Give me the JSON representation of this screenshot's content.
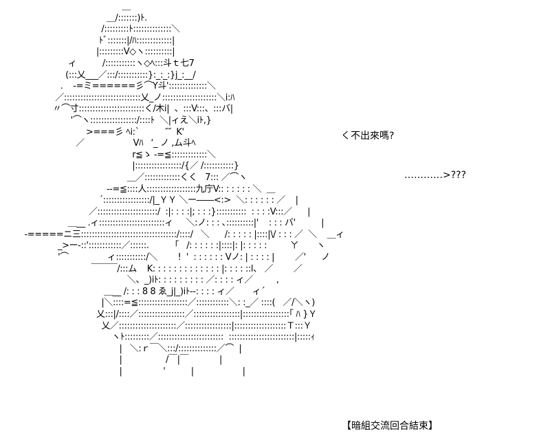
{
  "art": {
    "lines": [
      "                                        ＿",
      "                                  ＿/:::::::)ﾄ.",
      "                                /:::::::::ﾄ::::::::::::::＼",
      "                               ﾄﾞ:::::::|/ﾊ:::::::::::::|",
      "                              |:::::::::V◇ヽ::::::::::|",
      "                   ィ          /:::::::::::ヽ◇ﾍ:::斗ｔ七7",
      "                  (:::乂___／:::/:::::::::::}:_:_:}j_:__/",
      "                .    ‐=ミ======彡⌒Y斗'::::::::::::::＼",
      "              ／::::::::::::::::::::::::::::乂_ノ::::::::::::::::::::＼i:ﾊ",
      "             〃⌒寸::::::::::::::::::::::::く/木i|  、:::V:::、:::バ|",
      "                    '⌒ヽ:::::::::::::::::/::::ﾄ  ＼|ィえ＼iﾄ,}",
      "                          >===彡 ﾍi:`          ″″  K'",
      "                      ／                   Vﾊ   ‘_ ノ ,ム斗ﾍ",
      "                                            r≦ゝ ‐=≦:::::::::::::＼",
      "                                            |:::::::::::::::::/{／ /:::::::::::}",
      "                                          ＿／:::::::::::::くく   7::: ／⌒ヽ",
      "                                  ‐-=≦::::人::::::::::::::::::九庁V:: : : : : : ＼  ＿",
      "                               ´:::::::::::::::::/|_ＹＹ ＼ー――<:>  ＼: : : : : : ／    |",
      "                           ／::::::::::::::::::::::/  :|: : : :|; : : :}:::::::::::  : : : :V:::／      |",
      "                   ＿__ .ィ::::::::::::::::::::::::ィ     ＼:ノ: : : ､::::::::::|'    : : : バ'          |",
      "  ‐=====ニ三:::::::::::::::::::::::::::::::::::/::::/   ＼      /: : : : : |::::|\\/ : : : ／  ＼    ＿ィ",
      "               _>ー-::'::::::::::::／::::::.          ｢   /: : : : : :|::::|: |: : : : :         ㄚ       ヽ",
      "               '⌒               ィ:::::::::::/＼        !  '  : : : : : : Vノ: | : : : : |        ／'      ノ",
      "                            ￣￣￣/:::ム    K: : : : : : : : : : : : : |: : : : ::l、 ／        ／",
      "                                          ＼、_)iﾄ: : : : : : : : : ／: : : : ィ／         ,",
      "                                 ＿__ /: : : 8 8 ゑ_j|_)iﾄ‐‐: : : : ィ／       ィ´",
      "                                |＼::::=≦::::::::::::::::::／::::::::::::＼: :_／ ::::(   ／/＼ヽ)",
      "                              乂:::|/::::／:::::::::::::::::／:::::::::::::::::|:::::::::::::::::｢ ﾊ }Ｙ",
      "                                乂／:::::::::::::::::::::／:::::::::::::::::|:::::::::::::::::::Ｔ:::Ｙ",
      "                                    ヽﾄ:::::::::／::::::::::::::::::::::::  ::::::::::::::::::::::::|:::::ｨ",
      "                                       |   ＼:ｒ￣＼:::/::::::::::::::／⌒  |",
      "                                       |                 /￣|￣            |",
      "                                       |                '          |                   |"
    ]
  },
  "captions": {
    "speech": "く不出來嗎?",
    "trail": "…………>???",
    "footer": "【暗組交流回合結束】"
  }
}
